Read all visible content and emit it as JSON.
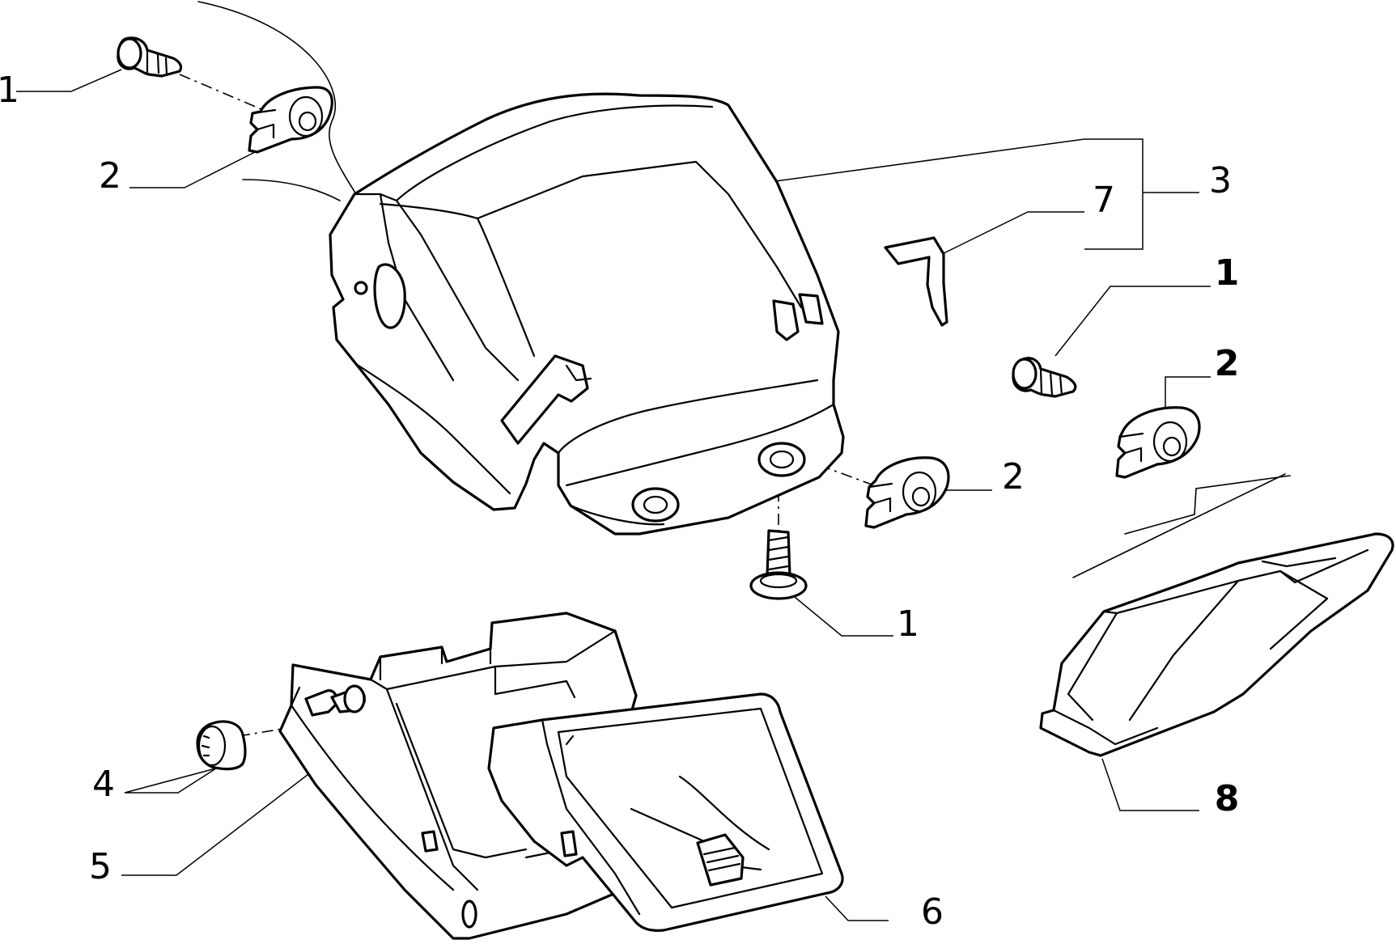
{
  "callouts": {
    "c1_top_left": "1",
    "c2_top_left": "2",
    "c3": "3",
    "c7": "7",
    "c1_right": "1",
    "c2_right": "2",
    "c2_mid": "2",
    "c1_bottom": "1",
    "c4": "4",
    "c5": "5",
    "c6": "6",
    "c8": "8"
  }
}
